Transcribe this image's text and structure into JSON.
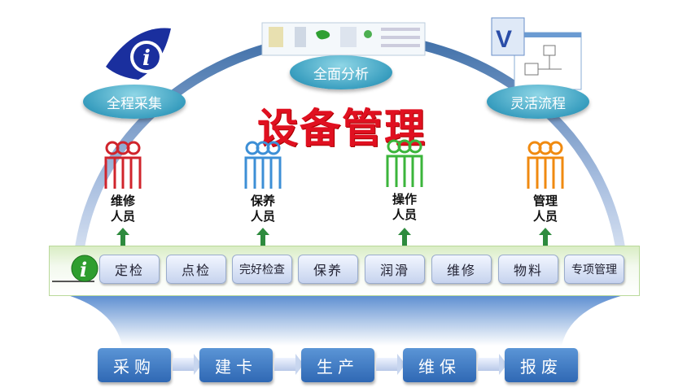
{
  "title": "设备管理",
  "features": [
    "全程采集",
    "全面分析",
    "灵活流程"
  ],
  "roles": [
    {
      "line1": "维修",
      "line2": "人员",
      "color": "#d0242c"
    },
    {
      "line1": "保养",
      "line2": "人员",
      "color": "#3d8fd6"
    },
    {
      "line1": "操作",
      "line2": "人员",
      "color": "#3bb53b"
    },
    {
      "line1": "管理",
      "line2": "人员",
      "color": "#f08a10"
    }
  ],
  "functions": [
    "定检",
    "点检",
    "完好检查",
    "保养",
    "润滑",
    "维修",
    "物料",
    "专项管理"
  ],
  "lifecycle": [
    "采购",
    "建卡",
    "生产",
    "维保",
    "报废"
  ]
}
